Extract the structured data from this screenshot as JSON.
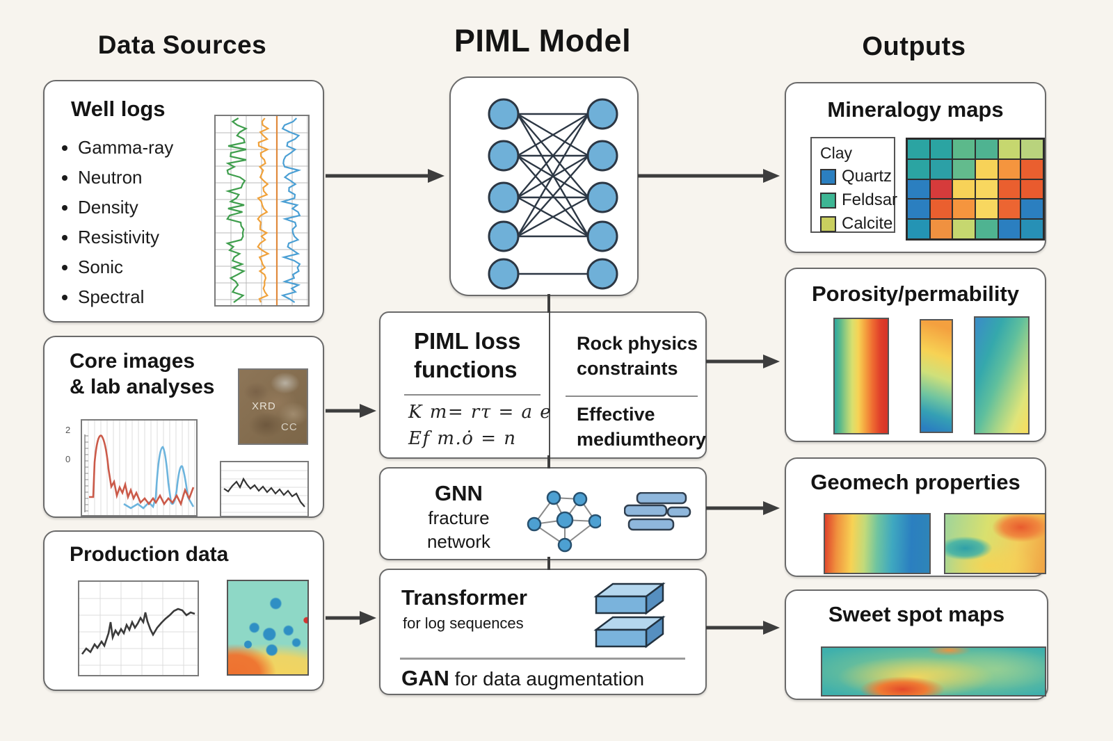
{
  "headers": {
    "data_sources": "Data Sources",
    "piml_model": "PIML Model",
    "outputs": "Outputs"
  },
  "well_logs": {
    "title": "Well logs",
    "bullets": [
      "Gamma-ray",
      "Neutron",
      "Density",
      "Resistivity",
      "Sonic",
      "Spectral"
    ]
  },
  "core_images": {
    "title_line1": "Core images",
    "title_line2": "& lab analyses",
    "photo_label_xrd": "XRD",
    "photo_label_cc": "CC",
    "spectrum_yticks": [
      "2",
      "0"
    ]
  },
  "production": {
    "title": "Production data"
  },
  "piml_loss": {
    "title_line1": "PIML loss",
    "title_line2": "functions",
    "equation1": "K m= rτ = a e",
    "equation2": "Ef m.ȯ = n",
    "constraint1_line1": "Rock physics",
    "constraint1_line2": "constraints",
    "constraint2_line1": "Effective",
    "constraint2_line2": "mediumtheory"
  },
  "gnn": {
    "title": "GNN",
    "subtitle_line1": "fracture",
    "subtitle_line2": "network"
  },
  "transformer": {
    "title": "Transformer",
    "subtitle": "for log sequences",
    "gan_label": "GAN",
    "gan_text": "for data augmentation"
  },
  "outputs_boxes": {
    "mineralogy": {
      "title": "Mineralogy maps",
      "legend_title": "Clay",
      "legend": [
        {
          "label": "Quartz",
          "color": "#2b7fc0"
        },
        {
          "label": "Feldsar",
          "color": "#3db694"
        },
        {
          "label": "Calcite",
          "color": "#c9cf5f"
        }
      ],
      "grid_colors": [
        [
          "#2ba4a2",
          "#2ba4a2",
          "#5cb98b",
          "#4fb391",
          "#c6d76f",
          "#b9d37d"
        ],
        [
          "#2ba4a2",
          "#2ca0a6",
          "#63bb8d",
          "#f7d258",
          "#f5953e",
          "#ea5f2f"
        ],
        [
          "#2b7fc0",
          "#d63b3b",
          "#f7d258",
          "#f8d75f",
          "#ea5f2f",
          "#e95b2e"
        ],
        [
          "#2b7fc0",
          "#ea5f2f",
          "#f5953e",
          "#f8d75f",
          "#ec6532",
          "#2b7fc0"
        ],
        [
          "#2494b4",
          "#f09140",
          "#c6d76f",
          "#4fb391",
          "#2b7fc0",
          "#2790b6"
        ]
      ]
    },
    "porosity": {
      "title": "Porosity/permability"
    },
    "geomech": {
      "title": "Geomech properties"
    },
    "sweet_spot": {
      "title": "Sweet spot maps"
    }
  },
  "colors": {
    "background": "#f7f4ee",
    "box_border": "#6a6a6a",
    "arrow": "#3d3d3d",
    "nn_node_blue": "#6fb0d8",
    "icon_blue": "#8fb7dc",
    "log_trace_green": "#3f9e4d",
    "log_trace_orange": "#f0a13a",
    "log_trace_blue": "#4a9fd4",
    "spectrum_red": "#cb5a49",
    "spectrum_blue": "#6cb4dd"
  }
}
